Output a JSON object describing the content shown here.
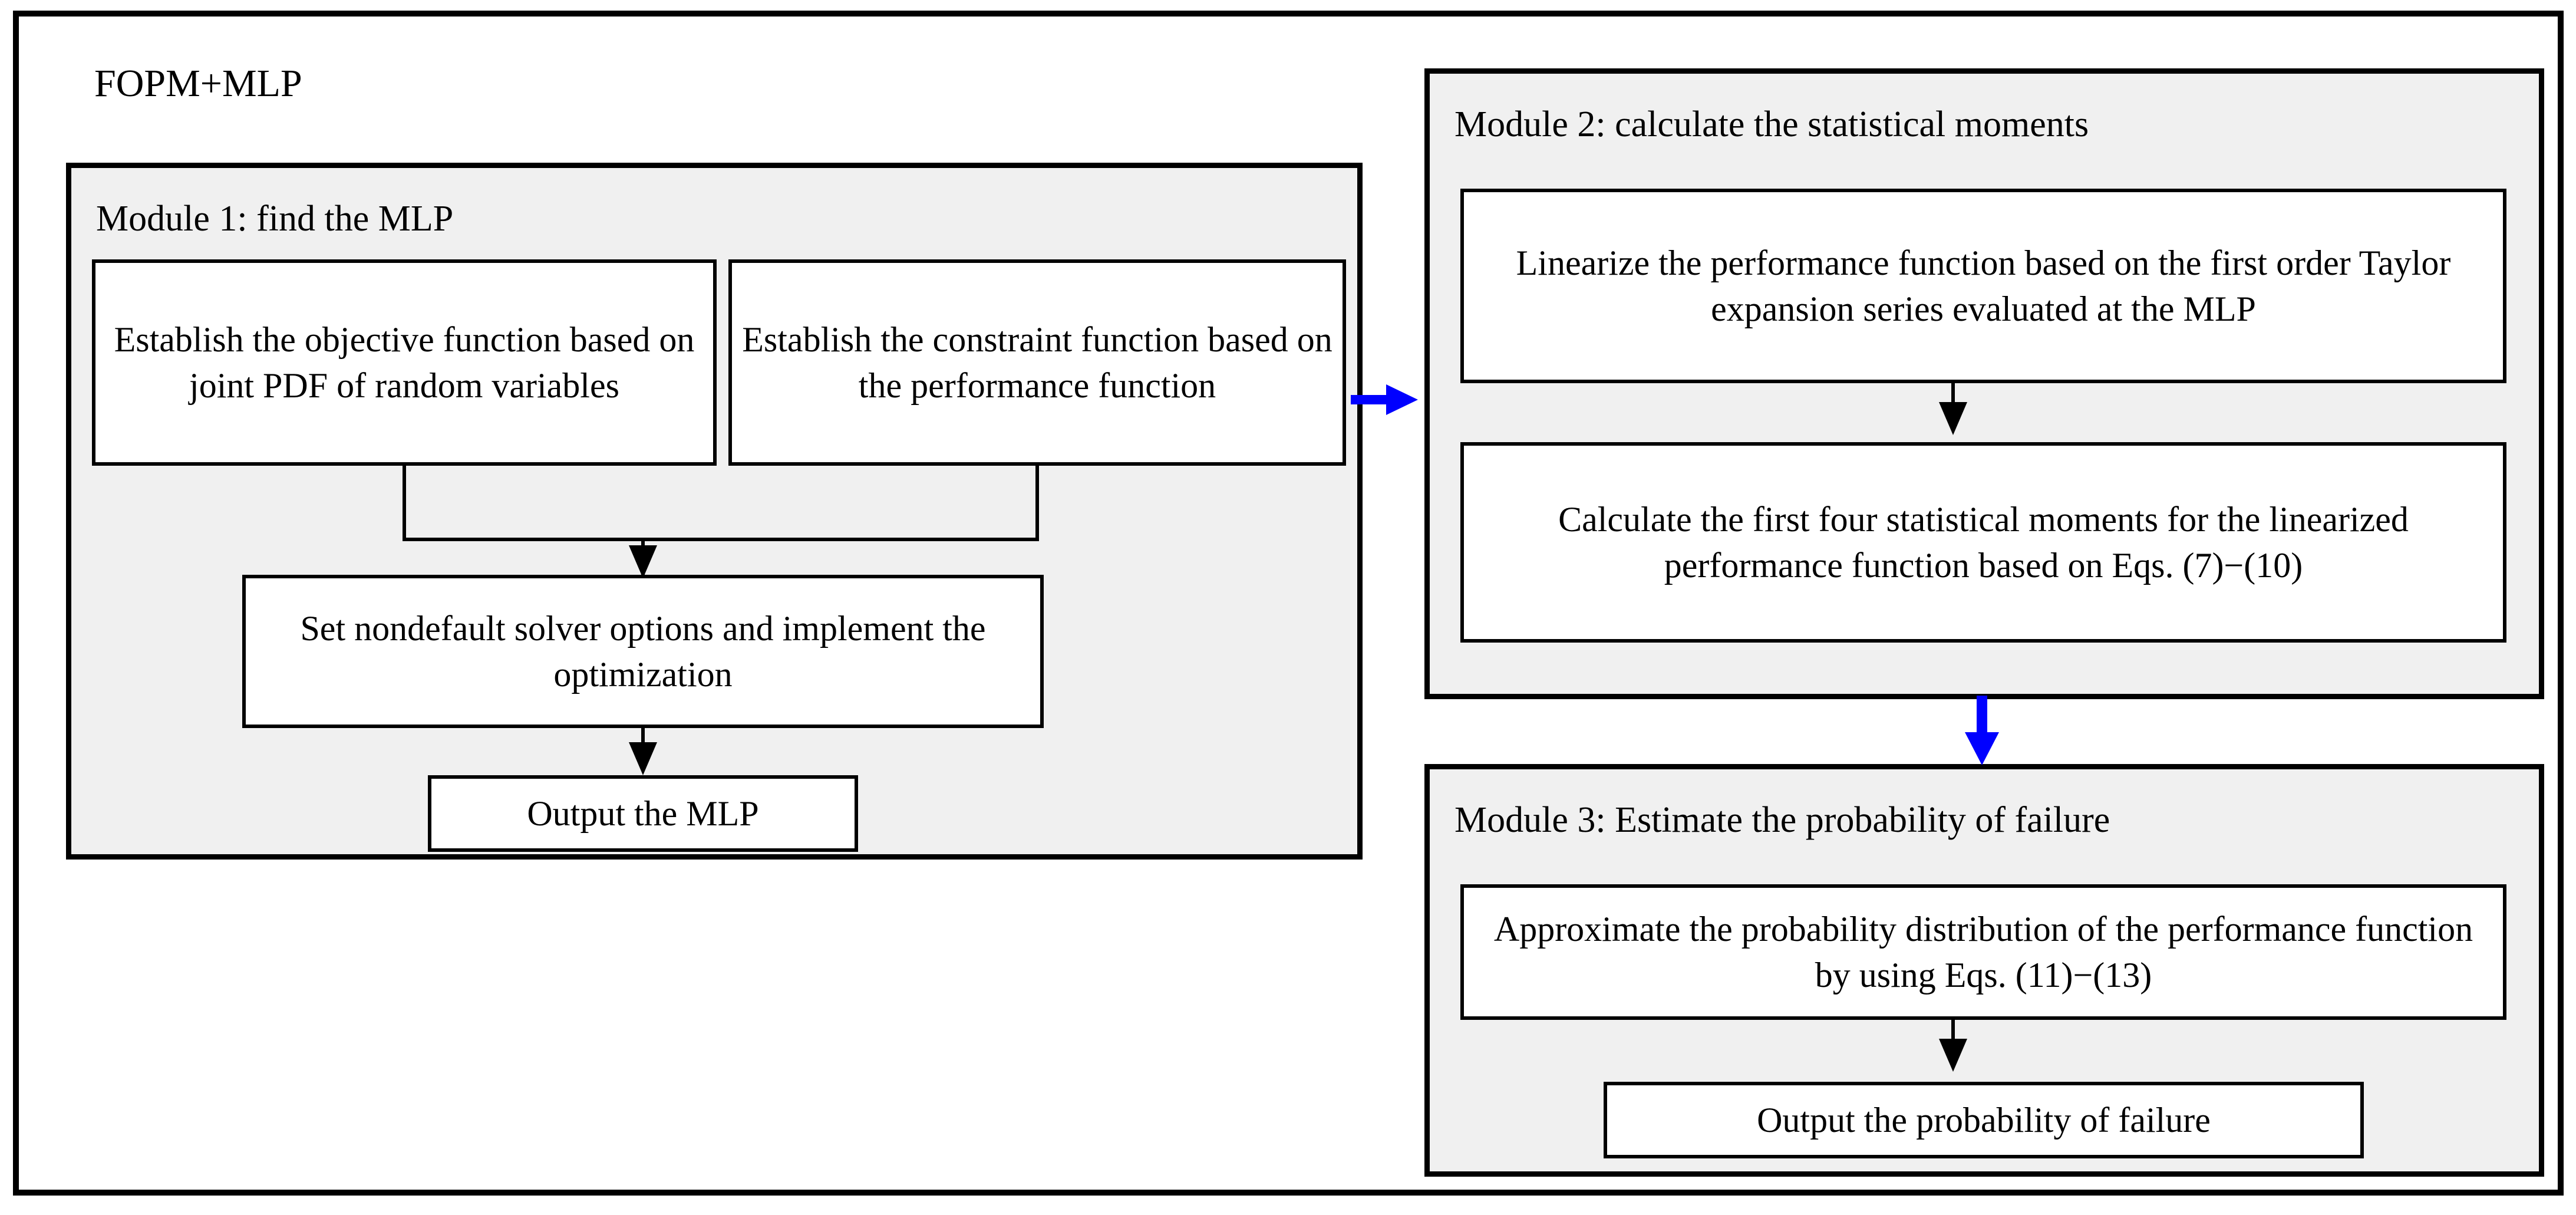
{
  "diagram": {
    "title": "FOPM+MLP",
    "accent_color": "#0000FF",
    "module_fill": "#F0F0F0",
    "box_fill": "#FFFFFF",
    "line_color": "#000000"
  },
  "modules": [
    {
      "id": "module1",
      "title": "Module 1: find the MLP",
      "boxes": [
        {
          "id": "m1-objective",
          "text": "Establish the objective function based on joint PDF of random variables"
        },
        {
          "id": "m1-constraint",
          "text": "Establish the constraint function based on the performance function"
        },
        {
          "id": "m1-solver",
          "text": "Set nondefault solver options and implement the optimization"
        },
        {
          "id": "m1-output",
          "text": "Output the MLP"
        }
      ]
    },
    {
      "id": "module2",
      "title": "Module 2: calculate the statistical moments",
      "boxes": [
        {
          "id": "m2-linearize",
          "text": "Linearize the performance function based on the first order Taylor expansion series evaluated at the MLP"
        },
        {
          "id": "m2-moments",
          "text": "Calculate the first four statistical moments for the linearized performance function based on Eqs. (7)−(10)"
        }
      ]
    },
    {
      "id": "module3",
      "title": "Module 3: Estimate the probability of failure",
      "boxes": [
        {
          "id": "m3-approx",
          "text": "Approximate the probability distribution of the performance function by using Eqs. (11)−(13)"
        },
        {
          "id": "m3-output",
          "text": "Output the probability of failure"
        }
      ]
    }
  ],
  "connectors": [
    {
      "id": "blue-arrow-module1-to-module2",
      "icon": "arrow-right-icon",
      "color": "#0000FF"
    },
    {
      "id": "blue-arrow-module2-to-module3",
      "icon": "arrow-down-icon",
      "color": "#0000FF"
    }
  ]
}
